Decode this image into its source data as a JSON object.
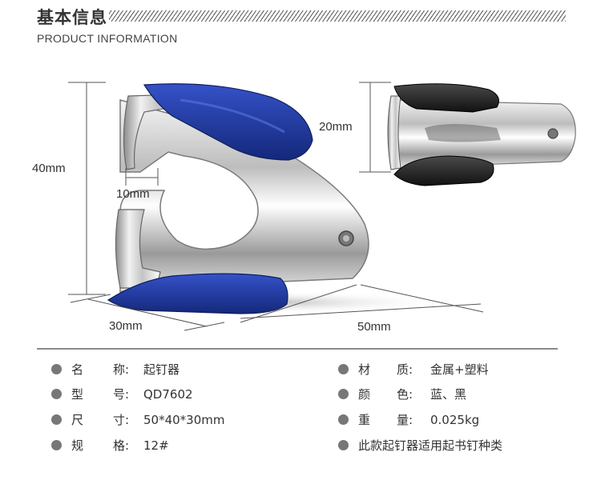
{
  "header": {
    "title": "基本信息",
    "subtitle": "PRODUCT  INFORMATION"
  },
  "dimensions": {
    "height": "40mm",
    "jaw_gap": "10mm",
    "small_height": "20mm",
    "width": "30mm",
    "length": "50mm"
  },
  "specs": {
    "left": [
      {
        "c1": "名",
        "c2": "称:",
        "value": "起钉器"
      },
      {
        "c1": "型",
        "c2": "号:",
        "value": "QD7602"
      },
      {
        "c1": "尺",
        "c2": "寸:",
        "value": "50*40*30mm"
      },
      {
        "c1": "规",
        "c2": "格:",
        "value": "12#"
      }
    ],
    "right": [
      {
        "c1": "材",
        "c2": "质:",
        "value": "金属+塑料"
      },
      {
        "c1": "颜",
        "c2": "色:",
        "value": "蓝、黑"
      },
      {
        "c1": "重",
        "c2": "量:",
        "value": "0.025kg"
      },
      {
        "note": "此款起钉器适用起书钉种类"
      }
    ]
  },
  "colors": {
    "blue_grip": "#1f3a9e",
    "black_grip": "#2a2a2a",
    "chrome": "#d8d8d8"
  }
}
